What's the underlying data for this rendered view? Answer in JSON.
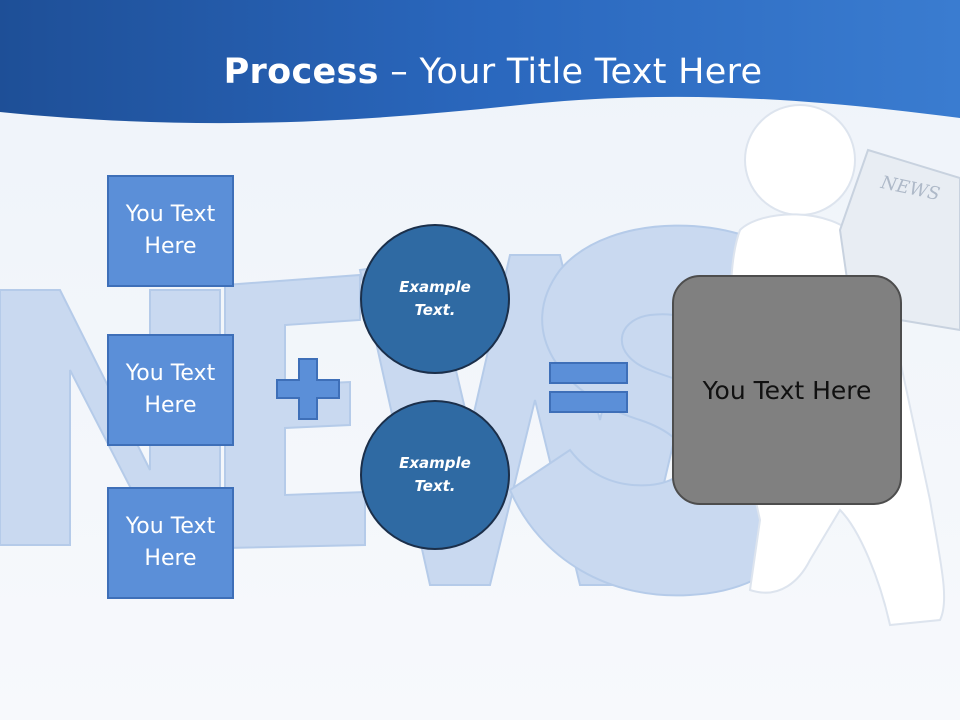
{
  "slide": {
    "title_bold": "Process",
    "title_rest": " – Your Title Text Here"
  },
  "inputs": [
    {
      "label": "You Text Here"
    },
    {
      "label": "You Text Here"
    },
    {
      "label": "You Text Here"
    }
  ],
  "circles": [
    {
      "label": "Example Text."
    },
    {
      "label": "Example Text."
    }
  ],
  "result": {
    "label": "You Text Here"
  },
  "background": {
    "word_art": "NEWS",
    "newspaper_label": "NEWS"
  },
  "colors": {
    "header_blue": "#2a67b8",
    "box_blue": "#5b8fd8",
    "circle_blue": "#2f6aa3",
    "result_gray": "#808080"
  }
}
